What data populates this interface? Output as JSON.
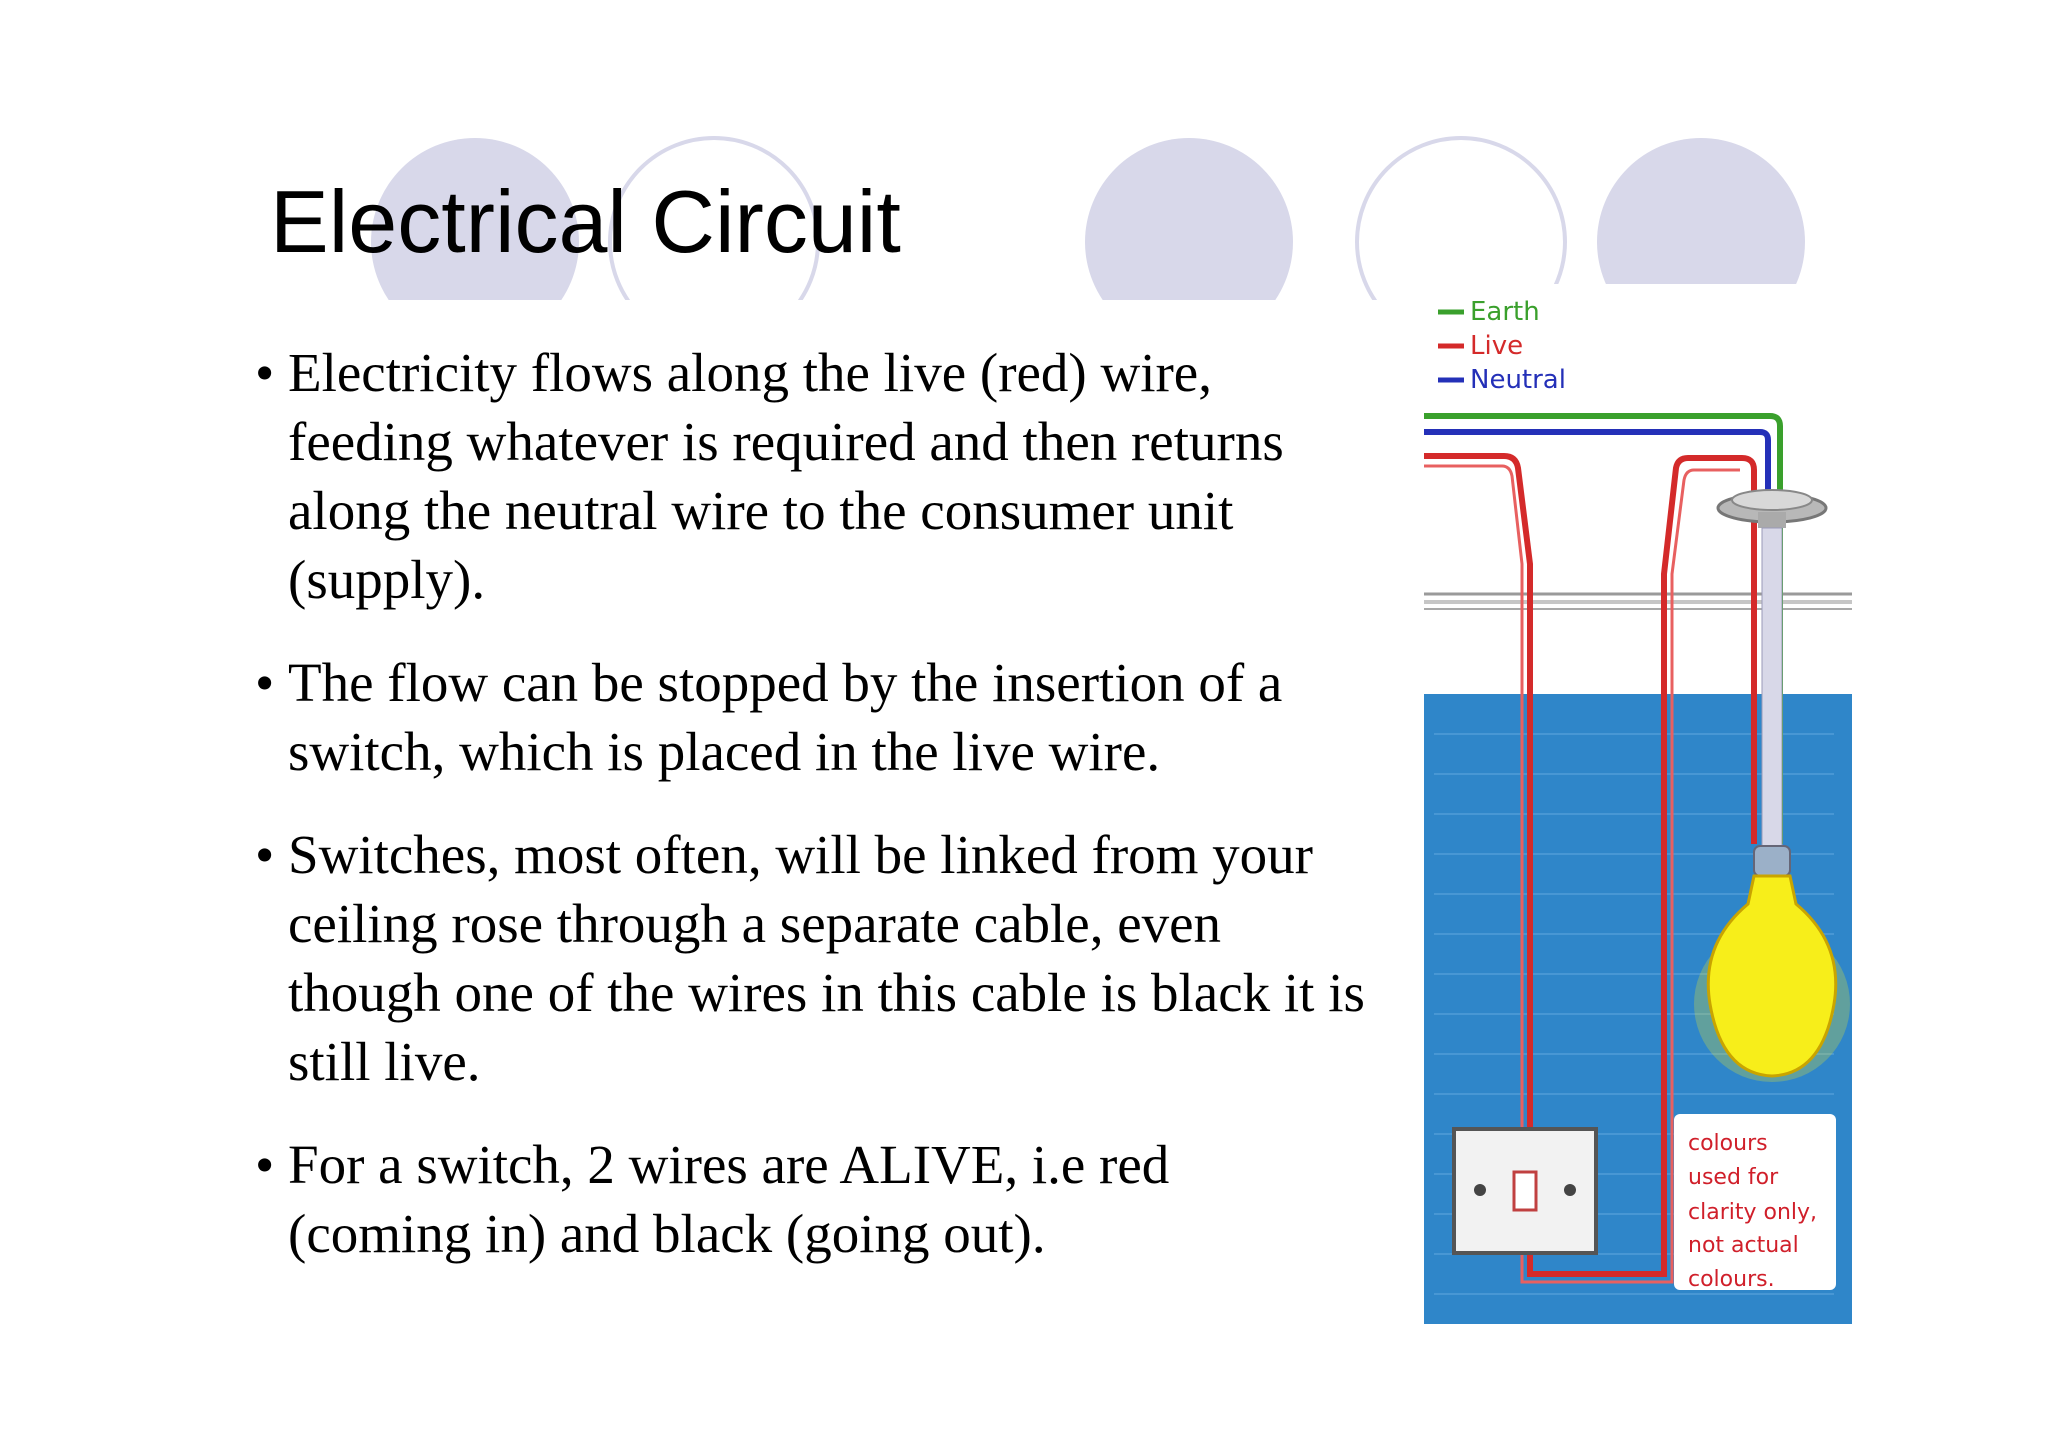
{
  "slide": {
    "title": "Electrical Circuit",
    "bullet_symbol": "•",
    "bullets": [
      {
        "text": "Electricity flows along the live (red) wire, feeding whatever is required and then returns along the neutral wire to the consumer unit (supply)."
      },
      {
        "text": "The flow can be stopped by the insertion of a switch, which is placed in the live wire."
      },
      {
        "text": "Switches, most often, will be linked from your ceiling rose through a separate cable, even though one of the wires in this cable is black it is still live."
      },
      {
        "text": "For a switch, 2 wires are ALIVE, i.e red (coming in) and black (going out)."
      }
    ]
  },
  "diagram": {
    "legend": [
      {
        "label": "Earth",
        "color": "#3aa02c"
      },
      {
        "label": "Live",
        "color": "#d42a2a"
      },
      {
        "label": "Neutral",
        "color": "#2430b8"
      }
    ],
    "note_lines": [
      "colours",
      "used for",
      "clarity only,",
      "not actual",
      "colours."
    ],
    "colors": {
      "wall": "#2f86c9",
      "bulb": "#f7ee1a",
      "decor_circle": "#d8d8ea",
      "note_text": "#d01f2a"
    }
  }
}
